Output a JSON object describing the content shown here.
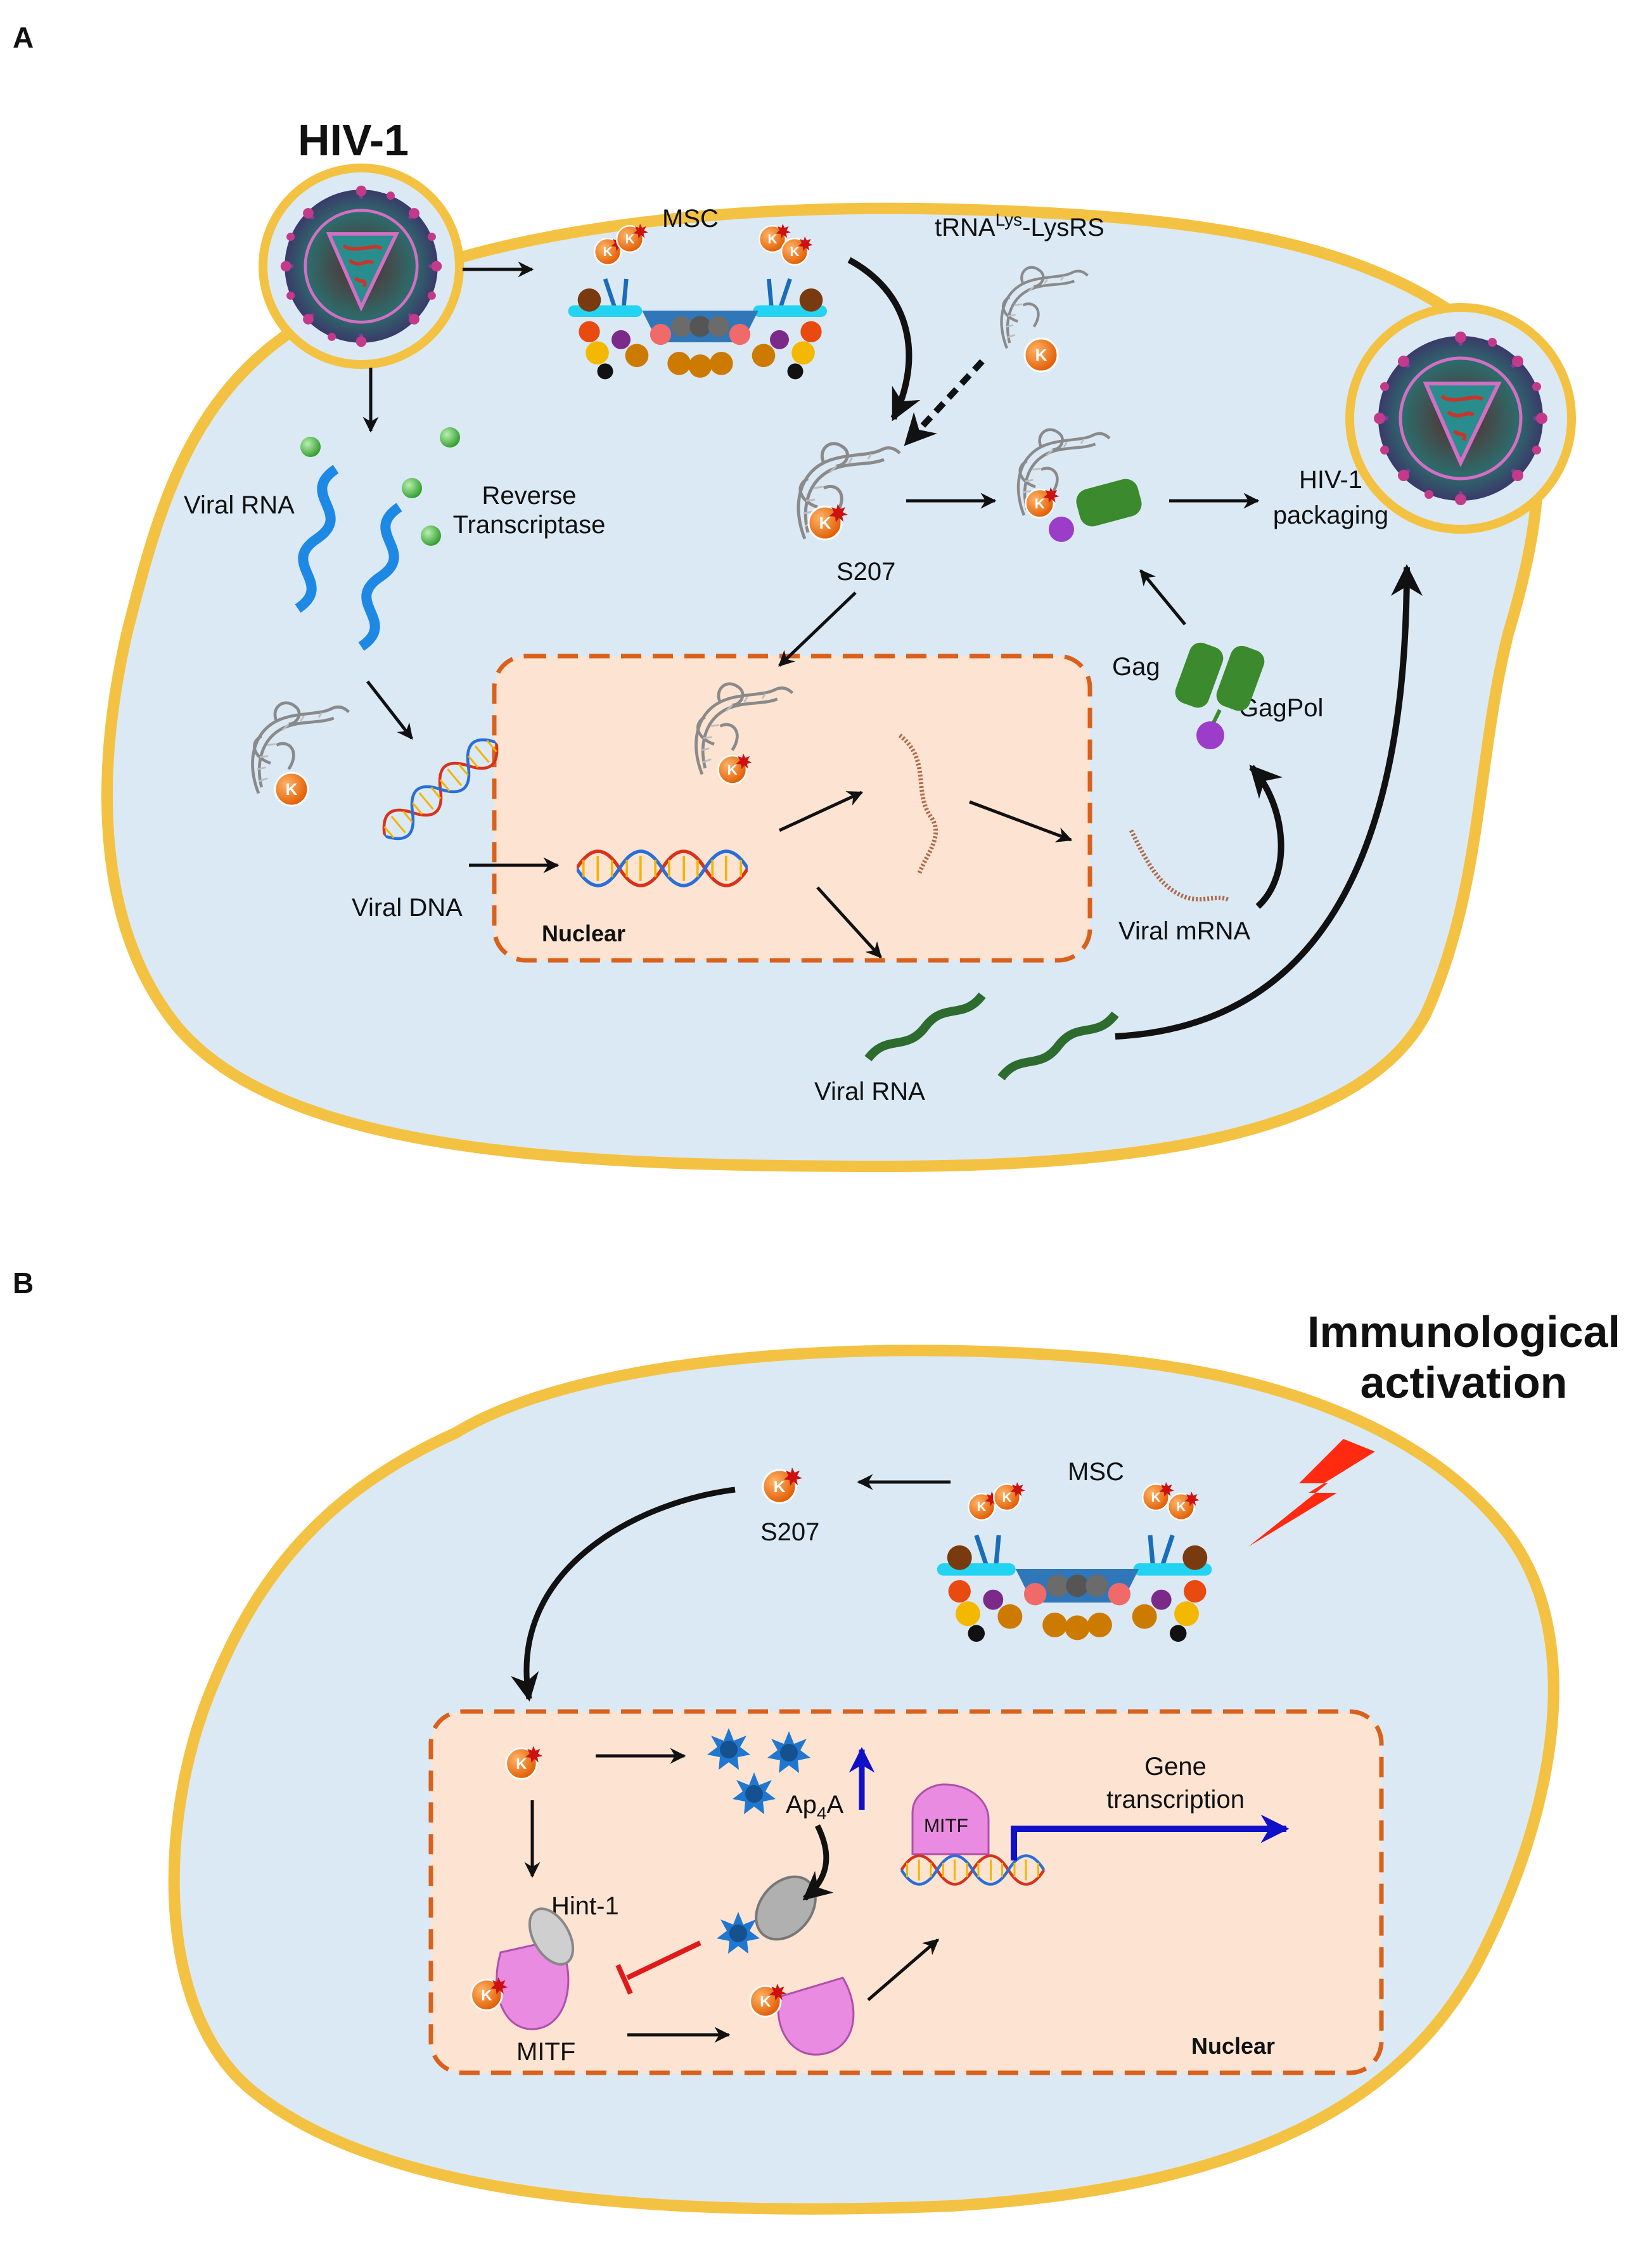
{
  "panel_a": {
    "letter": "A",
    "hiv_title": "HIV-1",
    "msc": "MSC",
    "trna_main": "tRNA",
    "trna_sup": "Lys",
    "trna_suffix": "-LysRS",
    "reverse_transcriptase_1": "Reverse",
    "reverse_transcriptase_2": "Transcriptase",
    "viral_rna_top": "Viral RNA",
    "s207": "S207",
    "packaging_1": "HIV-1",
    "packaging_2": "packaging",
    "gag": "Gag",
    "gagpol": "GagPol",
    "viral_dna": "Viral DNA",
    "nuclear": "Nuclear",
    "viral_mrna": "Viral mRNA",
    "viral_rna_bottom": "Viral RNA"
  },
  "panel_b": {
    "letter": "B",
    "immuno_1": "Immunological",
    "immuno_2": "activation",
    "msc": "MSC",
    "s207": "S207",
    "ap4a_main": "Ap",
    "ap4a_sub": "4",
    "ap4a_end": "A",
    "gene_1": "Gene",
    "gene_2": "transcription",
    "mitf_dna": "MITF",
    "hint1": "Hint-1",
    "mitf": "MITF",
    "nuclear": "Nuclear"
  },
  "k_label": "K",
  "colors": {
    "cell_fill": "#dbe9f5",
    "membrane": "#f4c242",
    "nucleus_fill": "#fde4d2",
    "nucleus_border": "#d9611c",
    "lysrs_orange": "#f26a10",
    "gag_green": "#3b8a2d",
    "pol_purple": "#9b3dc8",
    "mitf_pink": "#e98be0",
    "arrow_blue": "#1010c8",
    "inhibit_red": "#e01a1a"
  }
}
